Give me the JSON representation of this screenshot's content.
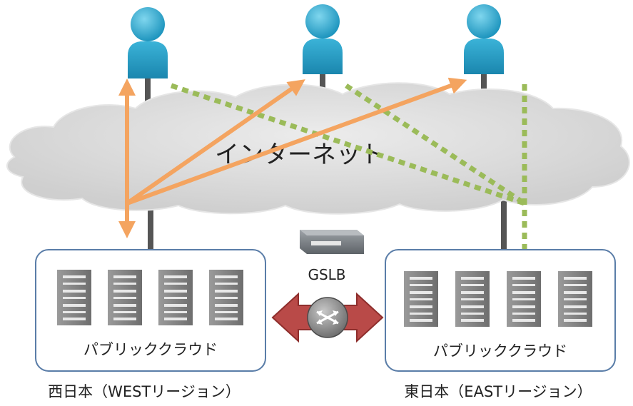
{
  "internet": {
    "label": "インターネット"
  },
  "gslb": {
    "label": "GSLB",
    "icon": "load-balancer-icon"
  },
  "regions": [
    {
      "id": "west",
      "cloud_label": "パブリッククラウド",
      "caption": "西日本（WESTリージョン）"
    },
    {
      "id": "east",
      "cloud_label": "パブリッククラウド",
      "caption": "東日本（EASTリージョン）"
    }
  ],
  "users": [
    {
      "icon": "user-icon"
    },
    {
      "icon": "user-icon"
    },
    {
      "icon": "user-icon"
    }
  ],
  "colors": {
    "active_link": "#F4A460",
    "standby_link": "#9BBB59",
    "user": "#2AA4C8",
    "cloud": "#D9D9D9",
    "region_border": "#5A7DA8",
    "server": "#8C8C8C",
    "interconnect": "#B94A48"
  }
}
